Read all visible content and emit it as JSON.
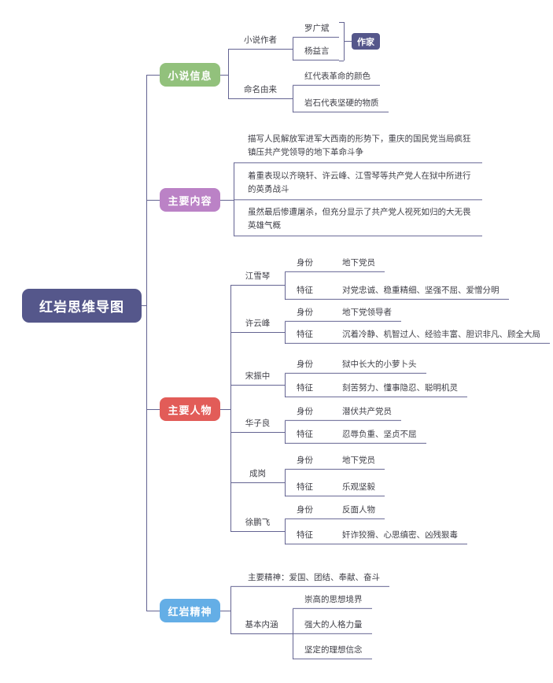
{
  "canvas": {
    "background": "#ffffff",
    "line_color": "#646492"
  },
  "root": {
    "label": "红岩思维导图",
    "color": "#55578b"
  },
  "branches": [
    {
      "label": "小说信息",
      "color": "#92c17c",
      "children": [
        {
          "label": "小说作者",
          "children": [
            {
              "label": "罗广斌"
            },
            {
              "label": "杨益言"
            }
          ],
          "summary": {
            "label": "作家",
            "color": "#55578b"
          }
        },
        {
          "label": "命名由来",
          "children": [
            {
              "label": "红代表革命的颜色"
            },
            {
              "label": "岩石代表坚硬的物质"
            }
          ]
        }
      ]
    },
    {
      "label": "主要内容",
      "color": "#bb82c6",
      "children": [
        {
          "label": "描写人民解放军进军大西南的形势下，重庆的国民党当局疯狂镇压共产党领导的地下革命斗争"
        },
        {
          "label": "着重表现以齐晓轩、许云峰、江雪琴等共产党人在狱中所进行的英勇战斗"
        },
        {
          "label": "虽然最后惨遭屠杀，但充分显示了共产党人视死如归的大无畏英雄气概"
        }
      ]
    },
    {
      "label": "主要人物",
      "color": "#e25c58",
      "children": [
        {
          "label": "江雪琴",
          "children": [
            {
              "key": "身份",
              "value": "地下党员"
            },
            {
              "key": "特征",
              "value": "对党忠诚、稳重精细、坚强不屈、爱憎分明"
            }
          ]
        },
        {
          "label": "许云峰",
          "children": [
            {
              "key": "身份",
              "value": "地下党领导者"
            },
            {
              "key": "特征",
              "value": "沉着冷静、机智过人、经验丰富、胆识非凡、顾全大局"
            }
          ]
        },
        {
          "label": "宋振中",
          "children": [
            {
              "key": "身份",
              "value": "狱中长大的小萝卜头"
            },
            {
              "key": "特征",
              "value": "刻苦努力、懂事隐忍、聪明机灵"
            }
          ]
        },
        {
          "label": "华子良",
          "children": [
            {
              "key": "身份",
              "value": "潜伏共产党员"
            },
            {
              "key": "特征",
              "value": "忍辱负重、坚贞不屈"
            }
          ]
        },
        {
          "label": "成岗",
          "children": [
            {
              "key": "身份",
              "value": "地下党员"
            },
            {
              "key": "特征",
              "value": "乐观坚毅"
            }
          ]
        },
        {
          "label": "徐鹏飞",
          "children": [
            {
              "key": "身份",
              "value": "反面人物"
            },
            {
              "key": "特征",
              "value": "奸诈狡猾、心思缜密、凶残狠毒"
            }
          ]
        }
      ]
    },
    {
      "label": "红岩精神",
      "color": "#64aee6",
      "children": [
        {
          "label": "主要精神：爱国、团结、奉献、奋斗"
        },
        {
          "label": "基本内涵",
          "children": [
            {
              "label": "崇高的思想境界"
            },
            {
              "label": "强大的人格力量"
            },
            {
              "label": "坚定的理想信念"
            }
          ]
        }
      ]
    }
  ]
}
